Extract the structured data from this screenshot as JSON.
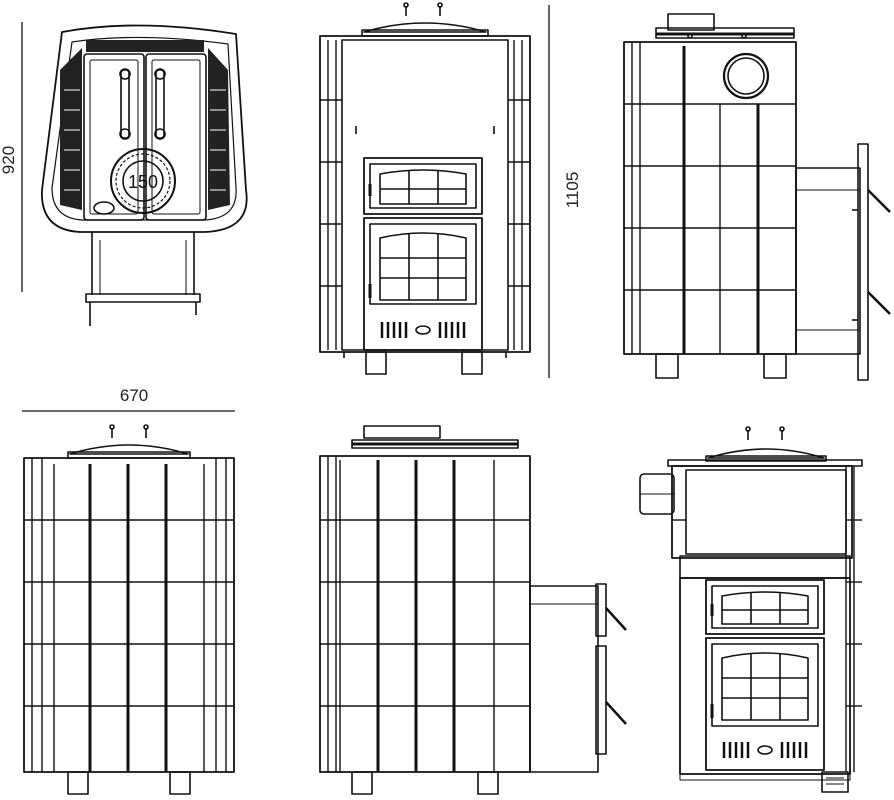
{
  "colors": {
    "line": "#111111",
    "panel": "#ffffff",
    "grille": "#222222"
  },
  "dimensions": {
    "height_top_view": "920",
    "height_front": "1105",
    "width": "670"
  },
  "top_view": {
    "flue_diameter": "150"
  },
  "views": [
    "top-view",
    "front-view",
    "side-view-with-firebox-extension",
    "rear-view",
    "side-view-mirrored",
    "front-view-with-flue-outlet"
  ]
}
